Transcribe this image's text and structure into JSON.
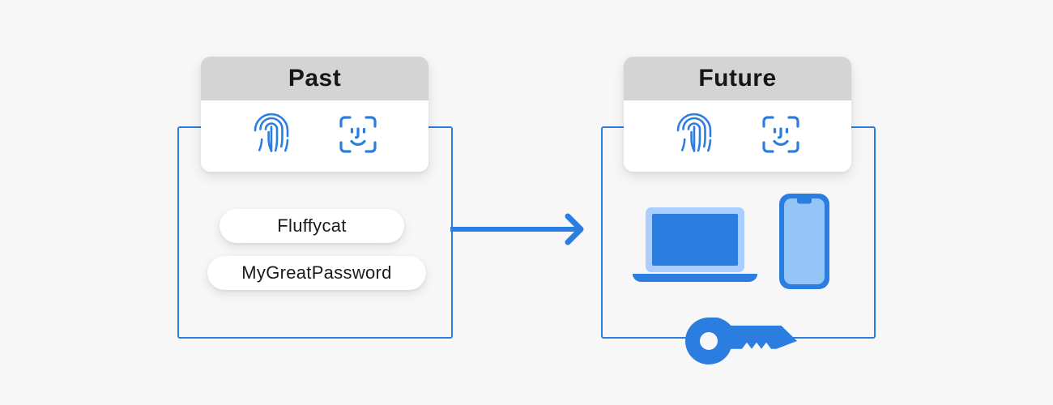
{
  "background_color": "#f7f7f7",
  "accent_color": "#2b7de0",
  "header_color": "#d4d4d4",
  "panels": [
    {
      "id": "past",
      "title": "Past",
      "biometrics": [
        {
          "icon": "fingerprint-icon",
          "label": "Fingerprint"
        },
        {
          "icon": "face-id-icon",
          "label": "Face ID"
        }
      ],
      "passwords": [
        {
          "value": "Fluffycat"
        },
        {
          "value": "MyGreatPassword"
        }
      ]
    },
    {
      "id": "future",
      "title": "Future",
      "biometrics": [
        {
          "icon": "fingerprint-icon",
          "label": "Fingerprint"
        },
        {
          "icon": "face-id-icon",
          "label": "Face ID"
        }
      ],
      "devices": [
        {
          "icon": "laptop-icon",
          "label": "Laptop"
        },
        {
          "icon": "phone-icon",
          "label": "Smartphone"
        }
      ],
      "credential": {
        "icon": "key-icon",
        "label": "Passkey"
      }
    }
  ],
  "flow": {
    "icon": "arrow-right-icon",
    "label": "Past to Future"
  },
  "chart_data": {
    "type": "diagram",
    "title": "Past vs Future authentication",
    "nodes": [
      {
        "id": "past",
        "label": "Past",
        "items": [
          "Fingerprint",
          "Face ID",
          "Fluffycat",
          "MyGreatPassword"
        ]
      },
      {
        "id": "future",
        "label": "Future",
        "items": [
          "Fingerprint",
          "Face ID",
          "Laptop",
          "Smartphone",
          "Passkey"
        ]
      }
    ],
    "edges": [
      {
        "from": "past",
        "to": "future",
        "style": "arrow-right"
      }
    ]
  }
}
